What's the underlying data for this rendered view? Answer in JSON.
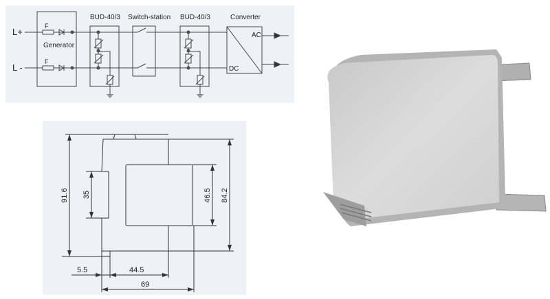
{
  "schematic": {
    "line_plus": "L+",
    "line_minus": "L -",
    "fuse_label_top": "F",
    "fuse_label_bottom": "F",
    "generator": "Generator",
    "bud_1": "BUD-40/3",
    "switch_station": "Switch-station",
    "bud_2": "BUD-40/3",
    "converter": "Converter",
    "ac": "AC",
    "dc": "DC"
  },
  "dimensions": {
    "height_total": "91.6",
    "rail_height": "35",
    "front_height": "46.5",
    "body_height": "84.2",
    "offset": "5.5",
    "depth_body": "44.5",
    "depth_total": "69"
  },
  "colors": {
    "panel_bg": "#eef2f6",
    "line": "#333333",
    "device_light": "#d9d9d9",
    "device_dark": "#a8a8a8"
  }
}
